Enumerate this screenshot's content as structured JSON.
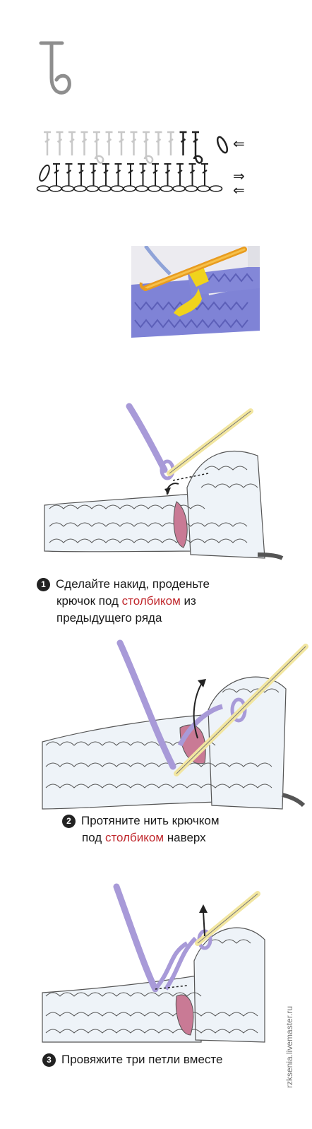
{
  "colors": {
    "symbol_gray": "#8e8e8e",
    "symbol_light": "#c8c8c8",
    "yarn_purple": "#a89ad8",
    "yarn_pink": "#c97a95",
    "hook_yellow": "#f2e6a0",
    "photo_purple": "#7f83d6",
    "photo_yellow": "#f0d31c",
    "text_red": "#c0282d"
  },
  "legend": {
    "icon": "front-post-stitch-symbol-icon"
  },
  "chart": {
    "direction_arrows": [
      "⇐",
      "⇒",
      "⇐"
    ]
  },
  "photo": {
    "icon": "crochet-photo-hook-icon"
  },
  "steps": [
    {
      "number": "1",
      "line1_pre": "Сделайте накид, проденьте",
      "line2_pre": "крючок под ",
      "line2_red": "столбиком",
      "line2_post": " из",
      "line3": "предыдущего ряда"
    },
    {
      "number": "2",
      "line1_pre": "Протяните нить крючком",
      "line2_pre": "под ",
      "line2_red": "столбиком",
      "line2_post": " наверх"
    },
    {
      "number": "3",
      "line1_pre": "Провяжите три петли вместе"
    }
  ],
  "watermark": "rzksenia.livemaster.ru"
}
